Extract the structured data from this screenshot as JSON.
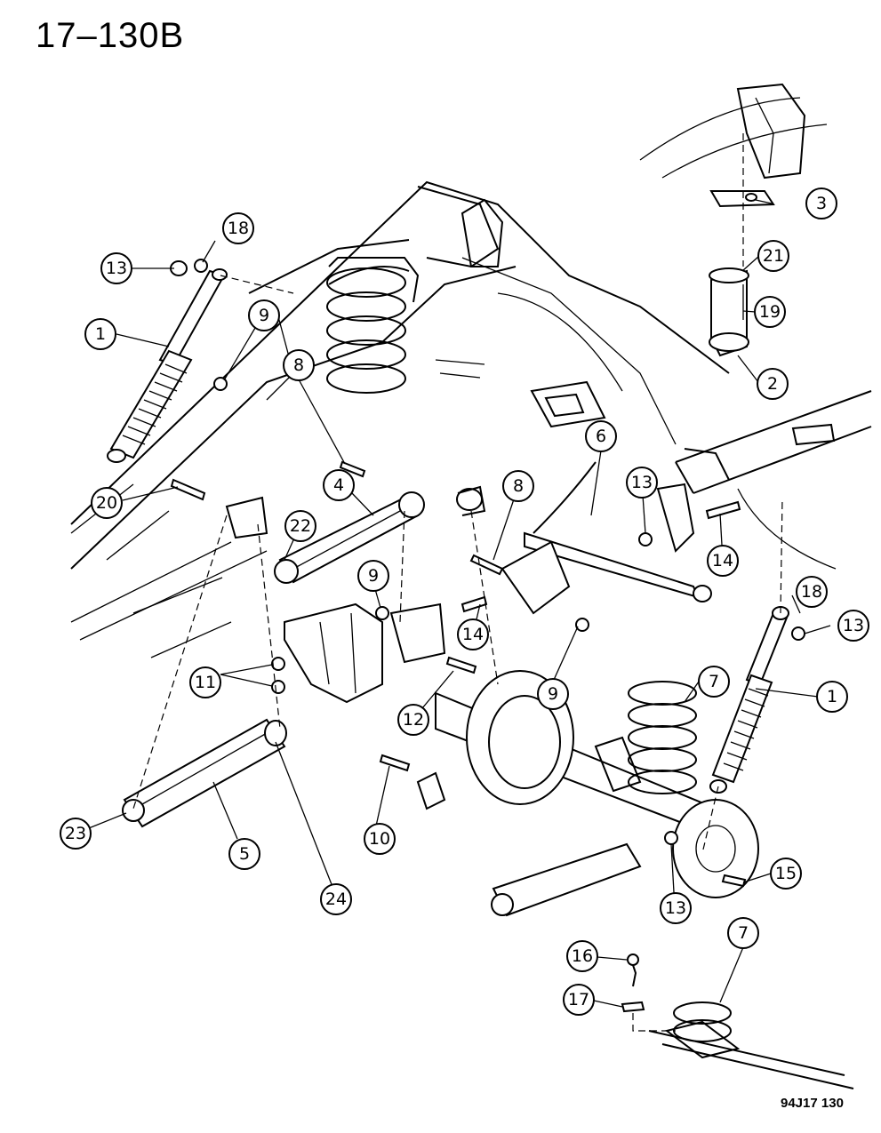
{
  "page_id": "17–130B",
  "figure_code": "94J17  130",
  "callouts": [
    {
      "id": "c1a",
      "label": "1"
    },
    {
      "id": "c1b",
      "label": "1"
    },
    {
      "id": "c2",
      "label": "2"
    },
    {
      "id": "c3",
      "label": "3"
    },
    {
      "id": "c4",
      "label": "4"
    },
    {
      "id": "c5",
      "label": "5"
    },
    {
      "id": "c6",
      "label": "6"
    },
    {
      "id": "c7a",
      "label": "7"
    },
    {
      "id": "c7b",
      "label": "7"
    },
    {
      "id": "c8a",
      "label": "8"
    },
    {
      "id": "c8b",
      "label": "8"
    },
    {
      "id": "c9a",
      "label": "9"
    },
    {
      "id": "c9b",
      "label": "9"
    },
    {
      "id": "c9c",
      "label": "9"
    },
    {
      "id": "c10",
      "label": "10"
    },
    {
      "id": "c11",
      "label": "11"
    },
    {
      "id": "c12",
      "label": "12"
    },
    {
      "id": "c13a",
      "label": "13"
    },
    {
      "id": "c13b",
      "label": "13"
    },
    {
      "id": "c13c",
      "label": "13"
    },
    {
      "id": "c13d",
      "label": "13"
    },
    {
      "id": "c14a",
      "label": "14"
    },
    {
      "id": "c14b",
      "label": "14"
    },
    {
      "id": "c15",
      "label": "15"
    },
    {
      "id": "c16",
      "label": "16"
    },
    {
      "id": "c17",
      "label": "17"
    },
    {
      "id": "c18a",
      "label": "18"
    },
    {
      "id": "c18b",
      "label": "18"
    },
    {
      "id": "c19",
      "label": "19"
    },
    {
      "id": "c20",
      "label": "20"
    },
    {
      "id": "c21",
      "label": "21"
    },
    {
      "id": "c22",
      "label": "22"
    },
    {
      "id": "c23",
      "label": "23"
    },
    {
      "id": "c24",
      "label": "24"
    }
  ]
}
